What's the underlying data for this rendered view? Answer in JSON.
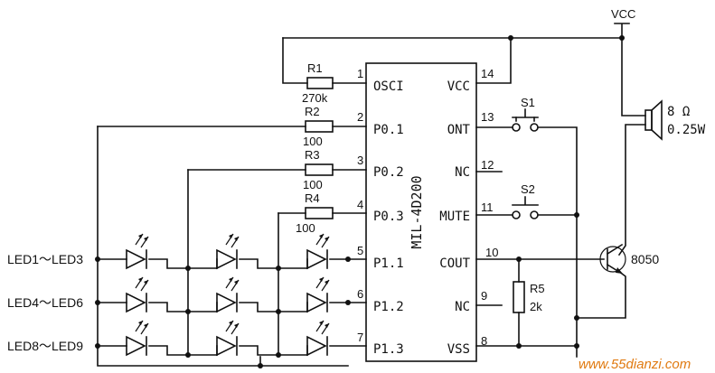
{
  "ic": {
    "part": "MIL-4D200",
    "left_pins": [
      {
        "num": "1",
        "name": "OSCI"
      },
      {
        "num": "2",
        "name": "P0.1"
      },
      {
        "num": "3",
        "name": "P0.2"
      },
      {
        "num": "4",
        "name": "P0.3"
      },
      {
        "num": "5",
        "name": "P1.1"
      },
      {
        "num": "6",
        "name": "P1.2"
      },
      {
        "num": "7",
        "name": "P1.3"
      }
    ],
    "right_pins": [
      {
        "num": "14",
        "name": "VCC"
      },
      {
        "num": "13",
        "name": "ONT"
      },
      {
        "num": "12",
        "name": "NC"
      },
      {
        "num": "11",
        "name": "MUTE"
      },
      {
        "num": "10",
        "name": "COUT"
      },
      {
        "num": "9",
        "name": "NC"
      },
      {
        "num": "8",
        "name": "VSS"
      }
    ]
  },
  "resistors": [
    {
      "ref": "R1",
      "value": "270k"
    },
    {
      "ref": "R2",
      "value": "100"
    },
    {
      "ref": "R3",
      "value": "100"
    },
    {
      "ref": "R4",
      "value": "100"
    },
    {
      "ref": "R5",
      "value": "2k"
    }
  ],
  "switches": [
    {
      "ref": "S1"
    },
    {
      "ref": "S2"
    }
  ],
  "led_groups": [
    "LED1～LED3",
    "LED4～LED6",
    "LED8～LED9"
  ],
  "power_label": "VCC",
  "speaker": {
    "impedance": "8 Ω",
    "power": "0.25W"
  },
  "transistor": {
    "part": "8050"
  },
  "watermark": "www.55dianzi.com"
}
